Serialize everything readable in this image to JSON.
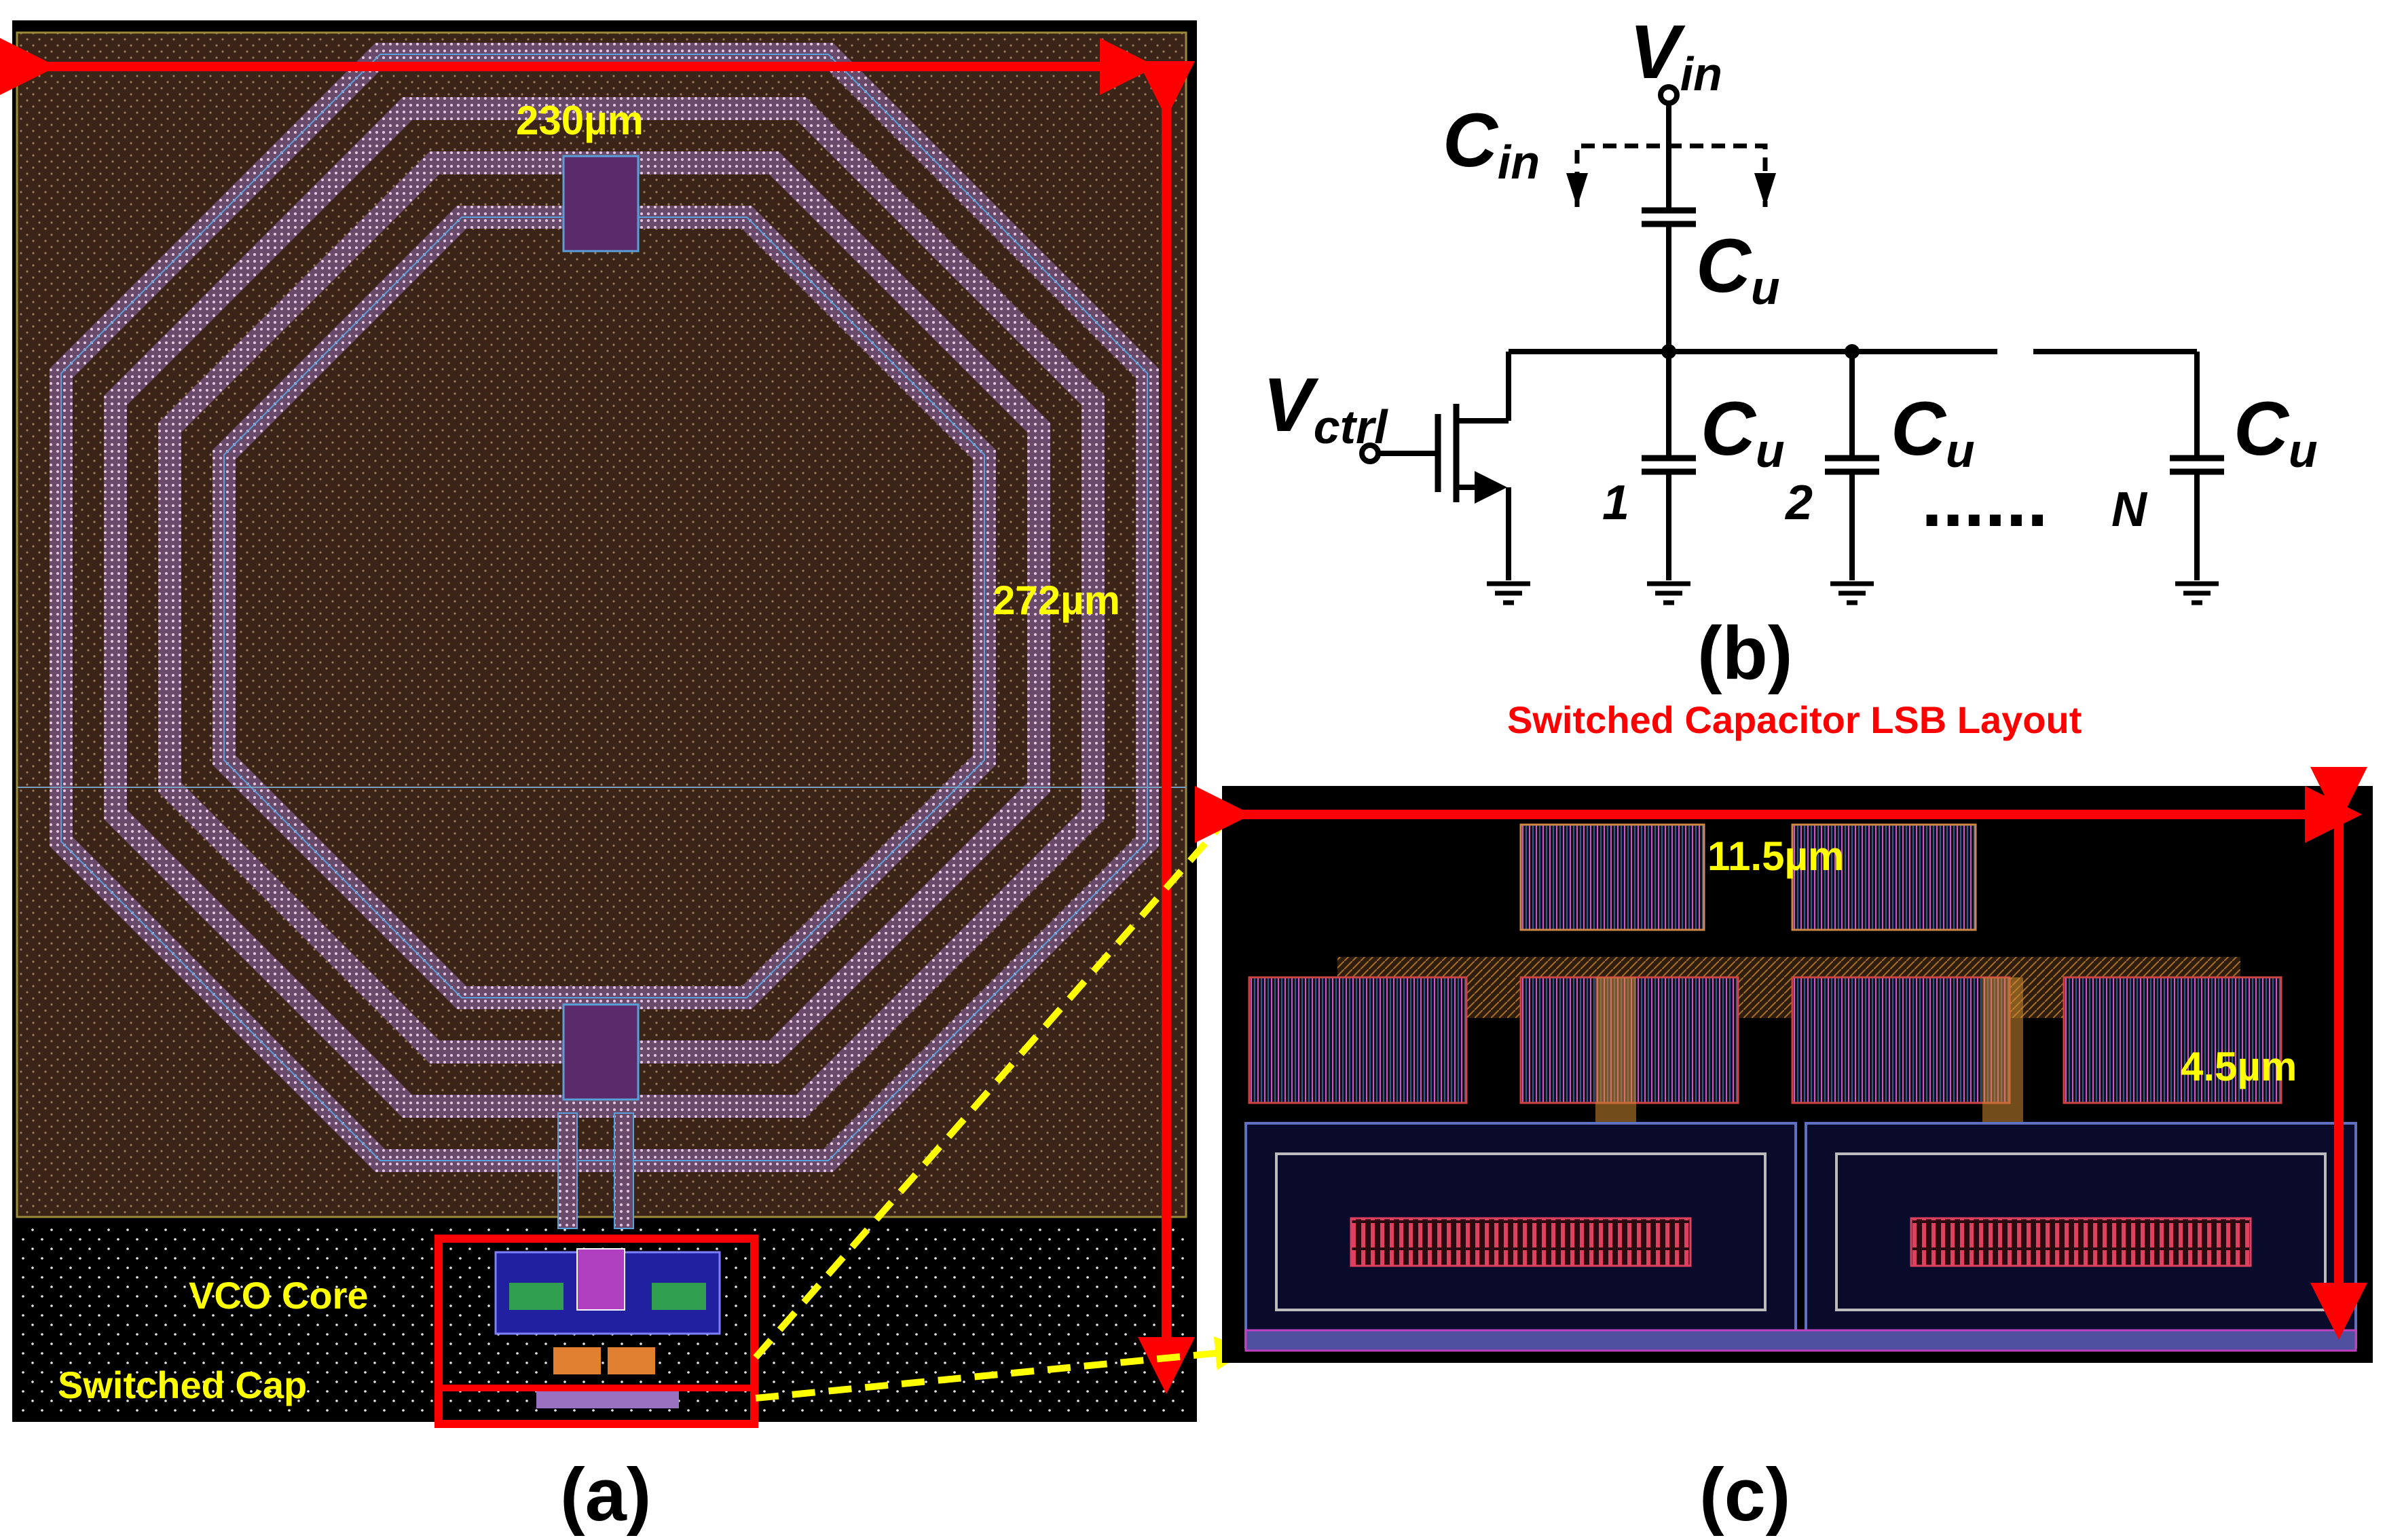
{
  "panel_a": {
    "width_label": "230µm",
    "height_label": "272µm",
    "vco_core_label": "VCO Core",
    "switched_cap_label": "Switched Cap",
    "caption": "(a)"
  },
  "panel_b": {
    "vin_main": "V",
    "vin_sub": "in",
    "cin_main": "C",
    "cin_sub": "in",
    "vctrl_main": "V",
    "vctrl_sub": "ctrl",
    "cu_main": "C",
    "cu_sub": "u",
    "index_1": "1",
    "index_2": "2",
    "dots": "......",
    "index_n": "N",
    "caption": "(b)"
  },
  "panel_c": {
    "title": "Switched Capacitor LSB Layout",
    "width_label": "11.5µm",
    "height_label": "4.5µm",
    "caption": "(c)"
  },
  "colors": {
    "dimension_arrow": "#ff0000",
    "dimension_text": "#ffff00",
    "zoom_box": "#ff0000",
    "zoom_lines": "#ffff00",
    "layout_bg": "#000000",
    "layout_fill": "#3a2418",
    "inductor_trace": "#c9a0c8",
    "inductor_outline": "#5aa0d8",
    "schematic": "#000000",
    "title_color": "#ff0000"
  }
}
